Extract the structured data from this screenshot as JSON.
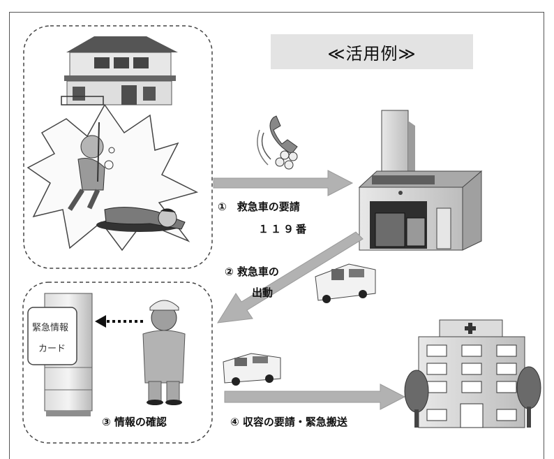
{
  "title": "≪活用例≫",
  "steps": {
    "step1_line1": "①　救急車の要請",
    "step1_line2": "１１９番",
    "step2_line1": "②  救急車の",
    "step2_line2": "出動",
    "step3": "③  情報の確認",
    "step4": "④  収容の要請・緊急搬送"
  },
  "card": {
    "line1": "緊急情報",
    "line2": "カード"
  },
  "icons": [
    "house-icon",
    "phone-icon",
    "fire-station-icon",
    "ambulance-icon",
    "refrigerator-icon",
    "paramedic-icon",
    "hospital-icon"
  ],
  "colors": {
    "title_bg": "#e3e3e3",
    "arrow": "#b0b0b0",
    "frame": "#555555"
  }
}
